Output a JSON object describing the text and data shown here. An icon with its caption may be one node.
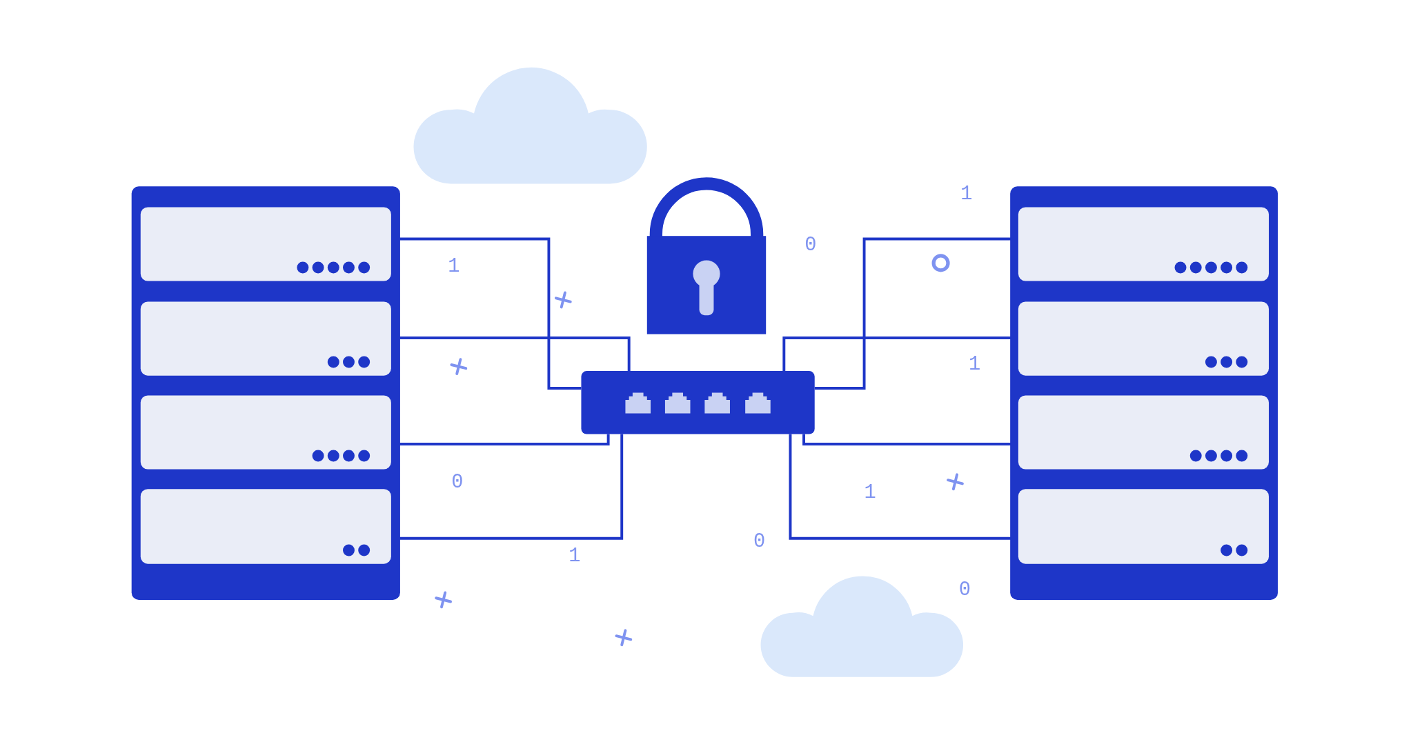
{
  "diagram": {
    "nodes": [
      {
        "text": [],
        "shape": "box"
      },
      {
        "text": [],
        "shape": "box",
        "in": 0
      },
      {
        "text": [],
        "shape": "box",
        "in": 0
      },
      {
        "text": [],
        "shape": "box",
        "in": 0
      },
      {
        "text": [],
        "shape": "box",
        "in": 0
      },
      {
        "text": [],
        "shape": "box"
      },
      {
        "text": [],
        "shape": "box"
      },
      {
        "text": [],
        "shape": "box",
        "in": 6
      },
      {
        "text": [],
        "shape": "box",
        "in": 6
      },
      {
        "text": [],
        "shape": "box",
        "in": 6
      },
      {
        "text": [],
        "shape": "box",
        "in": 6
      }
    ],
    "edges": [
      {
        "from": 1,
        "to": 5,
        "arrow": "none"
      },
      {
        "from": 2,
        "to": 5,
        "arrow": "none"
      },
      {
        "from": 3,
        "to": 5,
        "arrow": "none"
      },
      {
        "from": 4,
        "to": 5,
        "arrow": "none"
      },
      {
        "from": 7,
        "to": 5,
        "arrow": "none"
      },
      {
        "from": 8,
        "to": 5,
        "arrow": "none"
      },
      {
        "from": 9,
        "to": 5,
        "arrow": "none"
      },
      {
        "from": 10,
        "to": 5,
        "arrow": "none"
      }
    ],
    "labels": [
      "1",
      "0",
      "1",
      "1",
      "0",
      "1",
      "0",
      "1",
      "0"
    ]
  }
}
